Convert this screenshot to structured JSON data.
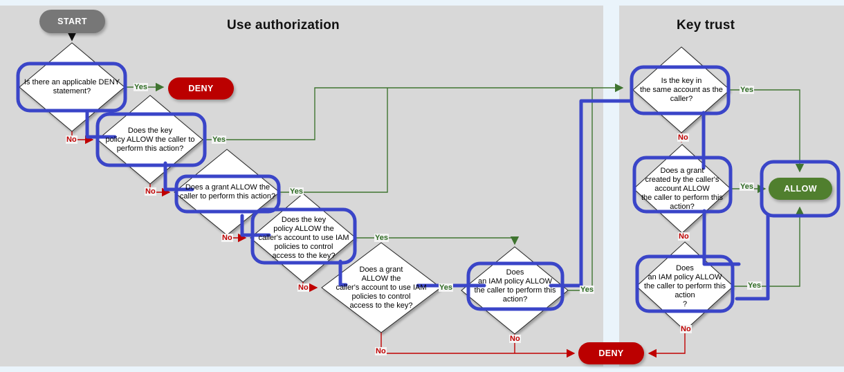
{
  "meta": {
    "background": "#d8d8d8",
    "page_background": "#eaf4fb",
    "colors": {
      "deny": "#bb0000",
      "allow": "#507f2e",
      "start": "#777777",
      "yes_line": "#3f7430",
      "no_line": "#c00000",
      "highlight": "#3a45c8",
      "diamond_fill": "#ffffff",
      "diamond_stroke": "#222222"
    }
  },
  "lanes": [
    {
      "id": "use-authorization",
      "title": "Use authorization"
    },
    {
      "id": "key-trust",
      "title": "Key trust"
    }
  ],
  "terminators": {
    "start": "START",
    "deny_top": "DENY",
    "deny_bottom": "DENY",
    "allow": "ALLOW"
  },
  "labels": {
    "yes": "Yes",
    "no": "No"
  },
  "nodes": [
    {
      "id": "deny-statement",
      "lane": "use-authorization",
      "text": "Is there an applicable DENY\nstatement?"
    },
    {
      "id": "key-policy-caller",
      "lane": "use-authorization",
      "text": "Does the key\npolicy ALLOW the caller to\nperform this action?"
    },
    {
      "id": "grant-caller",
      "lane": "use-authorization",
      "text": "Does a grant ALLOW the\ncaller to perform this action?"
    },
    {
      "id": "key-policy-iam",
      "lane": "use-authorization",
      "text": "Does the key\npolicy ALLOW the\ncaller's account to use IAM\npolicies to control\naccess to the key?"
    },
    {
      "id": "grant-iam",
      "lane": "use-authorization",
      "text": "Does a grant\nALLOW the\ncaller's account to use IAM\npolicies to control\naccess to the key?"
    },
    {
      "id": "iam-policy-allow",
      "lane": "use-authorization",
      "text": "Does\nan IAM policy ALLOW\nthe caller to perform this\naction?"
    },
    {
      "id": "key-same-account",
      "lane": "key-trust",
      "text": "Is the key in\nthe same account as the\ncaller?"
    },
    {
      "id": "grant-by-account",
      "lane": "key-trust",
      "text": "Does a grant\ncreated by the caller's\naccount ALLOW\nthe caller to perform this\naction?"
    },
    {
      "id": "iam-policy-trust",
      "lane": "key-trust",
      "text": "Does\nan IAM policy ALLOW\nthe caller to perform this\naction\n?"
    }
  ],
  "edge_labels": [
    {
      "id": "deny-statement-yes",
      "label": "Yes",
      "kind": "yes"
    },
    {
      "id": "deny-statement-no",
      "label": "No",
      "kind": "no"
    },
    {
      "id": "key-policy-caller-yes",
      "label": "Yes",
      "kind": "yes"
    },
    {
      "id": "key-policy-caller-no",
      "label": "No",
      "kind": "no"
    },
    {
      "id": "grant-caller-yes",
      "label": "Yes",
      "kind": "yes"
    },
    {
      "id": "grant-caller-no",
      "label": "No",
      "kind": "no"
    },
    {
      "id": "key-policy-iam-yes",
      "label": "Yes",
      "kind": "yes"
    },
    {
      "id": "key-policy-iam-no",
      "label": "No",
      "kind": "no"
    },
    {
      "id": "grant-iam-yes",
      "label": "Yes",
      "kind": "yes"
    },
    {
      "id": "grant-iam-no",
      "label": "No",
      "kind": "no"
    },
    {
      "id": "iam-policy-allow-yes",
      "label": "Yes",
      "kind": "yes"
    },
    {
      "id": "iam-policy-allow-no",
      "label": "No",
      "kind": "no"
    },
    {
      "id": "key-same-account-yes",
      "label": "Yes",
      "kind": "yes"
    },
    {
      "id": "key-same-account-no",
      "label": "No",
      "kind": "no"
    },
    {
      "id": "grant-by-account-yes",
      "label": "Yes",
      "kind": "yes"
    },
    {
      "id": "grant-by-account-no",
      "label": "No",
      "kind": "no"
    },
    {
      "id": "iam-policy-trust-yes",
      "label": "Yes",
      "kind": "yes"
    },
    {
      "id": "iam-policy-trust-no",
      "label": "No",
      "kind": "no"
    }
  ]
}
